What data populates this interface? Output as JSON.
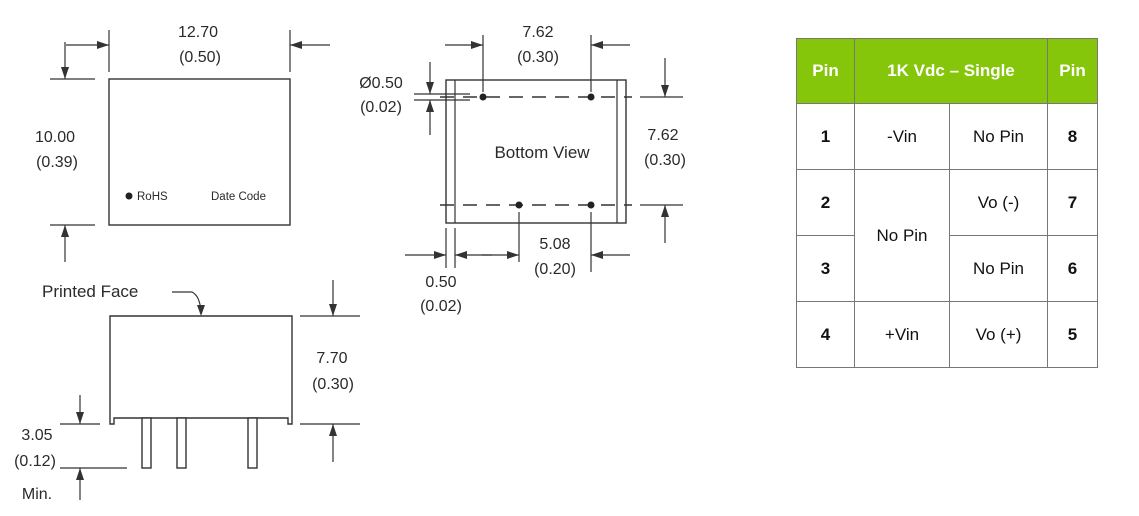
{
  "top_view": {
    "width_mm": "12.70",
    "width_in": "(0.50)",
    "height_mm": "10.00",
    "height_in": "(0.39)",
    "rohs": "RoHS",
    "date_code": "Date Code"
  },
  "bottom_view": {
    "title": "Bottom View",
    "hole_dia_mm": "Ø0.50",
    "hole_dia_in": "(0.02)",
    "pitch_top_mm": "7.62",
    "pitch_top_in": "(0.30)",
    "pitch_side_mm": "7.62",
    "pitch_side_in": "(0.30)",
    "pitch_bottom_mm": "5.08",
    "pitch_bottom_in": "(0.20)",
    "edge_mm": "0.50",
    "edge_in": "(0.02)"
  },
  "side_view": {
    "printed_face": "Printed Face",
    "height_mm": "7.70",
    "height_in": "(0.30)",
    "pin_len_mm": "3.05",
    "pin_len_in": "(0.12)",
    "pin_len_note": "Min."
  },
  "pin_table": {
    "header_left": "Pin",
    "header_mid": "1K Vdc – Single",
    "header_right": "Pin",
    "rows": [
      {
        "pin_l": "1",
        "func_l": "-Vin",
        "func_r": "No Pin",
        "pin_r": "8"
      },
      {
        "pin_l": "2",
        "func_l": "No Pin",
        "func_r": "Vo (-)",
        "pin_r": "7"
      },
      {
        "pin_l": "3",
        "func_l": "",
        "func_r": "No Pin",
        "pin_r": "6"
      },
      {
        "pin_l": "4",
        "func_l": "+Vin",
        "func_r": "Vo (+)",
        "pin_r": "5"
      }
    ],
    "colors": {
      "header_bg": "#86c60a",
      "header_text": "#ffffff",
      "border": "#777777"
    }
  }
}
